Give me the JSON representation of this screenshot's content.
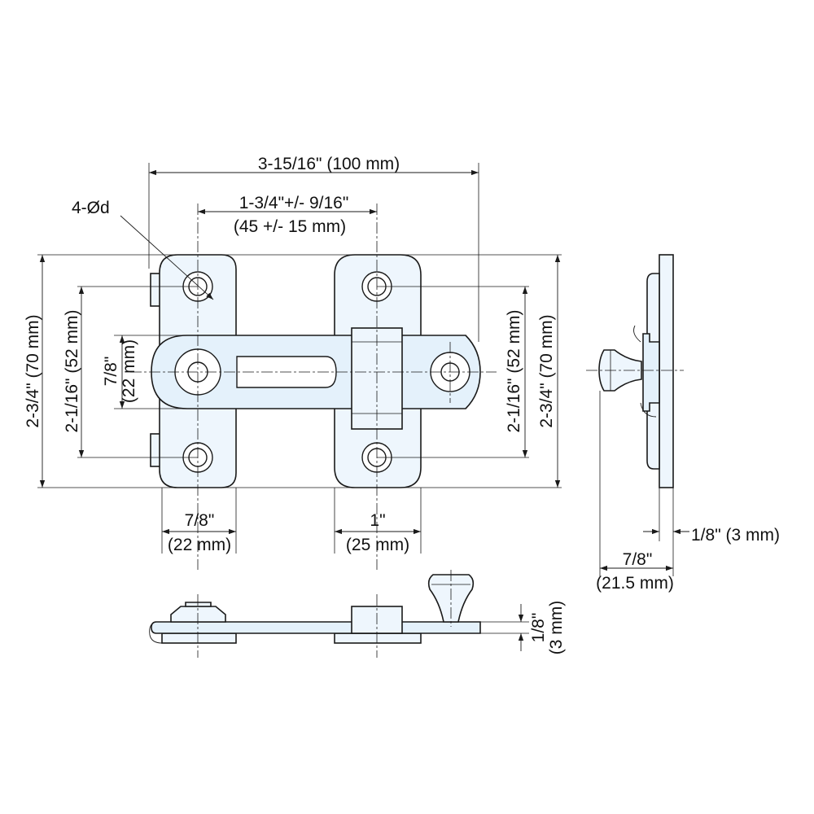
{
  "drawing": {
    "hole_callout": "4-Ød",
    "overall_width": "3-15/16\" (100 mm)",
    "hole_spacing_line1": "1-3/4\"+/- 9/16\"",
    "hole_spacing_line2": "(45 +/- 15 mm)",
    "overall_height_left": "2-3/4\" (70 mm)",
    "hole_vertical_left": "2-1/16\" (52 mm)",
    "bar_height_line1": "7/8\"",
    "bar_height_line2": "(22 mm)",
    "hole_vertical_right": "2-1/16\" (52 mm)",
    "overall_height_right": "2-3/4\" (70 mm)",
    "left_plate_width_line1": "7/8\"",
    "left_plate_width_line2": "(22 mm)",
    "right_plate_width_line1": "1\"",
    "right_plate_width_line2": "(25 mm)",
    "side_thickness": "1/8\" (3 mm)",
    "side_depth_line1": "7/8\"",
    "side_depth_line2": "(21.5 mm)",
    "bottom_thickness_line1": "1/8\"",
    "bottom_thickness_line2": "(3 mm)"
  },
  "colors": {
    "part_fill": "#eef6fd",
    "line": "#1a1a1a",
    "background": "#ffffff"
  }
}
